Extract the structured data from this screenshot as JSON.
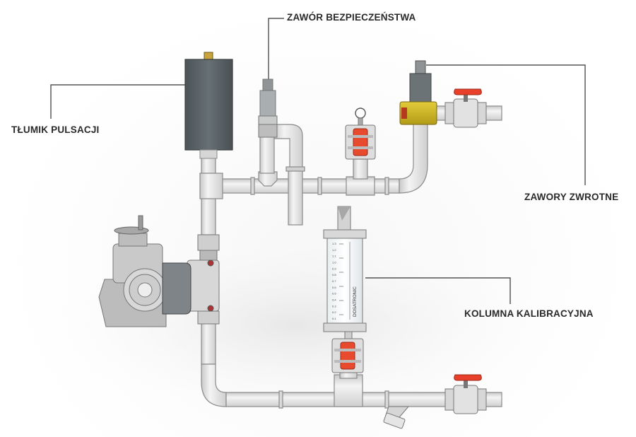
{
  "labels": {
    "safety_valve": "ZAWÓR BEZPIECZEŃSTWA",
    "pulsation_damper": "TŁUMIK PULSACJI",
    "check_valves": "ZAWORY ZWROTNE",
    "calibration_column": "KOLUMNA KALIBRACYJNA"
  },
  "column": {
    "brand": "DOSATRONIC",
    "scale": [
      "0.1",
      "0.2",
      "0.3",
      "0.4",
      "0.5",
      "0.6",
      "0.7",
      "0.8",
      "0.9",
      "1.0",
      "1.1",
      "1.2",
      "1.3"
    ]
  },
  "colors": {
    "pipe": "#e6e6e6",
    "pipe_stroke": "#8a8a8a",
    "damper": "#5d6468",
    "valve_handle": "#e8402a",
    "check_valve_body": "#c9b227",
    "leader_line": "#333333"
  }
}
